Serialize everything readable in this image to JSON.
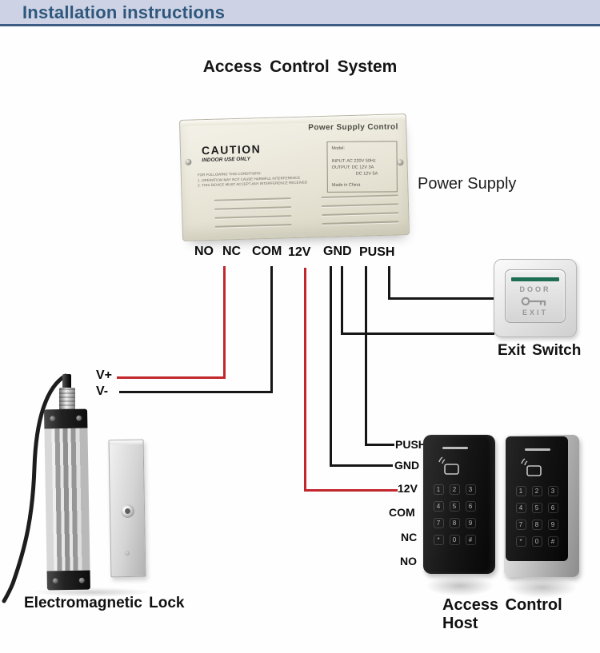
{
  "header": {
    "title": "Installation instructions"
  },
  "diagram": {
    "title": "Access Control System",
    "power_supply": {
      "board_title": "Power Supply Control",
      "caution": "CAUTION",
      "caution_sub": "INDOOR USE ONLY",
      "fine_print": [
        "FOR FOLLOWING THIS CONDITIONS:",
        "1. OPERATION MAY NOT CAUSE HARMFUL INTERFERENCE",
        "2. THIS DEVICE MUST ACCEPT ANY INTERFERENCE RECEIVED"
      ],
      "model_lines": {
        "model": "Model:",
        "input": "INPUT:   AC 220V 50Hz",
        "output1": "OUTPUT: DC 12V 3A",
        "output2": "DC 12V 5A",
        "origin": "Made in China"
      },
      "label": "Power Supply"
    },
    "terminals": [
      "NO",
      "NC",
      "COM",
      "12V",
      "GND",
      "PUSH"
    ],
    "lock": {
      "vplus": "V+",
      "vminus": "V-",
      "label": "Electromagnetic  Lock"
    },
    "exit_switch": {
      "door": "DOOR",
      "exit": "EXIT",
      "label": "Exit  Switch"
    },
    "host": {
      "pins": [
        "PUSH",
        "GND",
        "12V",
        "COM",
        "NC",
        "NO"
      ],
      "keys": [
        [
          "1",
          "2",
          "3"
        ],
        [
          "4",
          "5",
          "6"
        ],
        [
          "7",
          "8",
          "9"
        ],
        [
          "*",
          "0",
          "#"
        ]
      ],
      "label": "Access Control Host"
    },
    "colors": {
      "wire_red": "#c1272d",
      "wire_black": "#161616",
      "header_bg": "#cdd3e4",
      "header_text": "#2f577d",
      "exit_green": "#1e6e54"
    }
  }
}
